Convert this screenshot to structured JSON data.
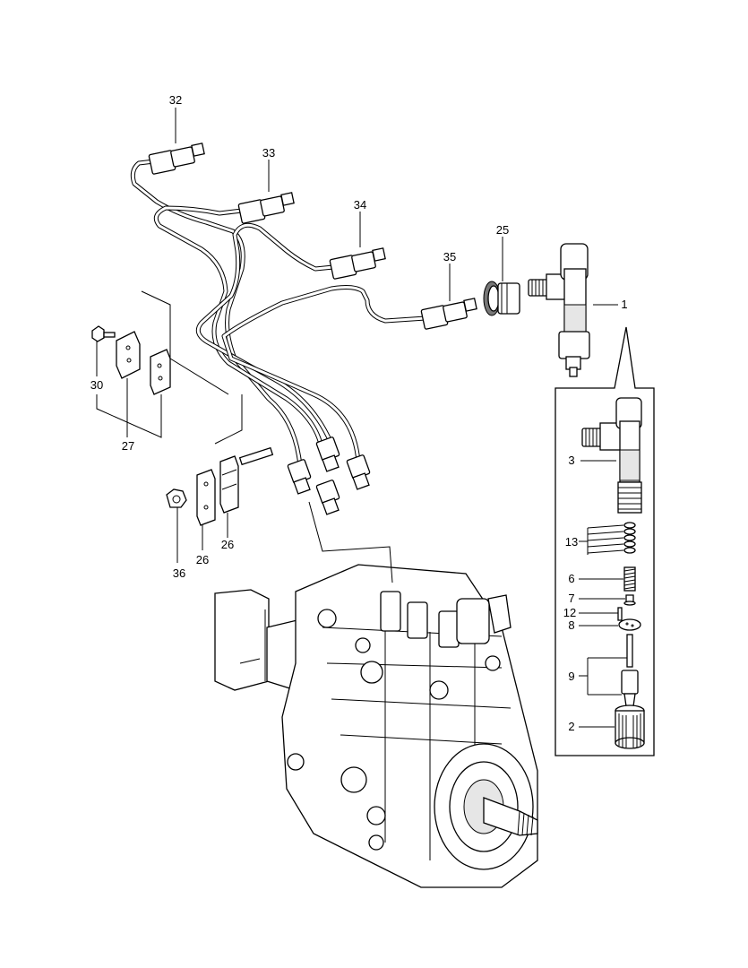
{
  "callouts": {
    "c32": "32",
    "c33": "33",
    "c34": "34",
    "c35": "35",
    "c25": "25",
    "c1": "1",
    "c30": "30",
    "c27": "27",
    "c3": "3",
    "c13": "13",
    "c6": "6",
    "c7": "7",
    "c12": "12",
    "c8": "8",
    "c9": "9",
    "c2": "2",
    "c36": "36",
    "c26a": "26",
    "c26b": "26"
  }
}
